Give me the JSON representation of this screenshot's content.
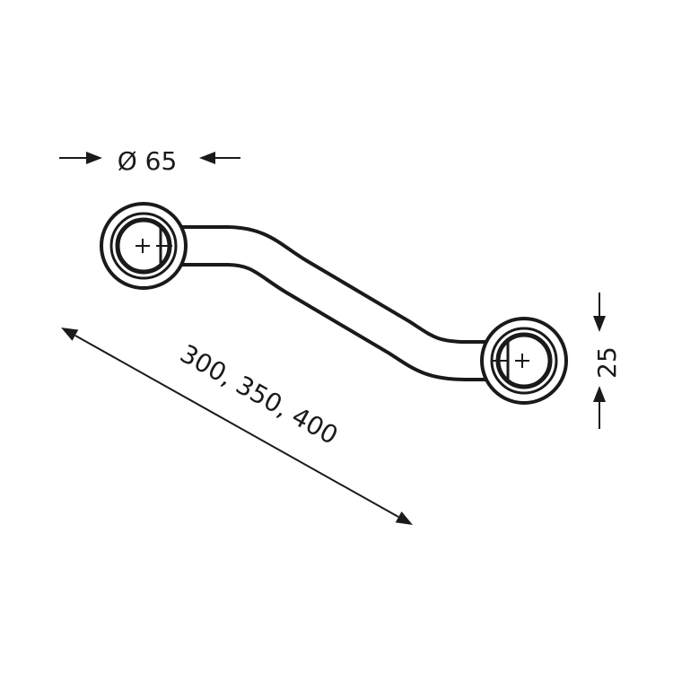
{
  "dimensions": {
    "diameter_label": "Ø 65",
    "length_label": "300, 350, 400",
    "height_label": "25"
  },
  "colors": {
    "line": "#1a1a1a",
    "background": "#ffffff",
    "tube_fill": "#ffffff"
  }
}
